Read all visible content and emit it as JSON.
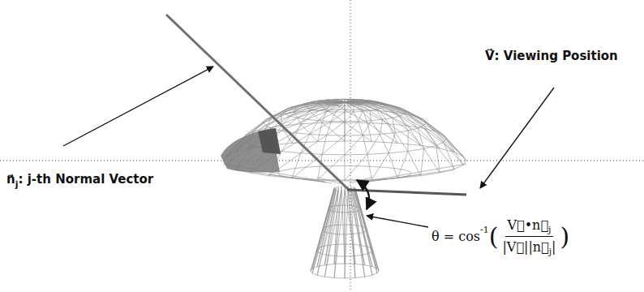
{
  "diagram": {
    "labels": [
      "n⃗",
      "j",
      ": j-th Normal Vector",
      "V⃗",
      ": Viewing Position",
      "θ = cos",
      "-1",
      "(",
      "V⃗•n⃗",
      "j",
      "|V⃗||n⃗",
      "j",
      "|",
      ")"
    ]
  }
}
